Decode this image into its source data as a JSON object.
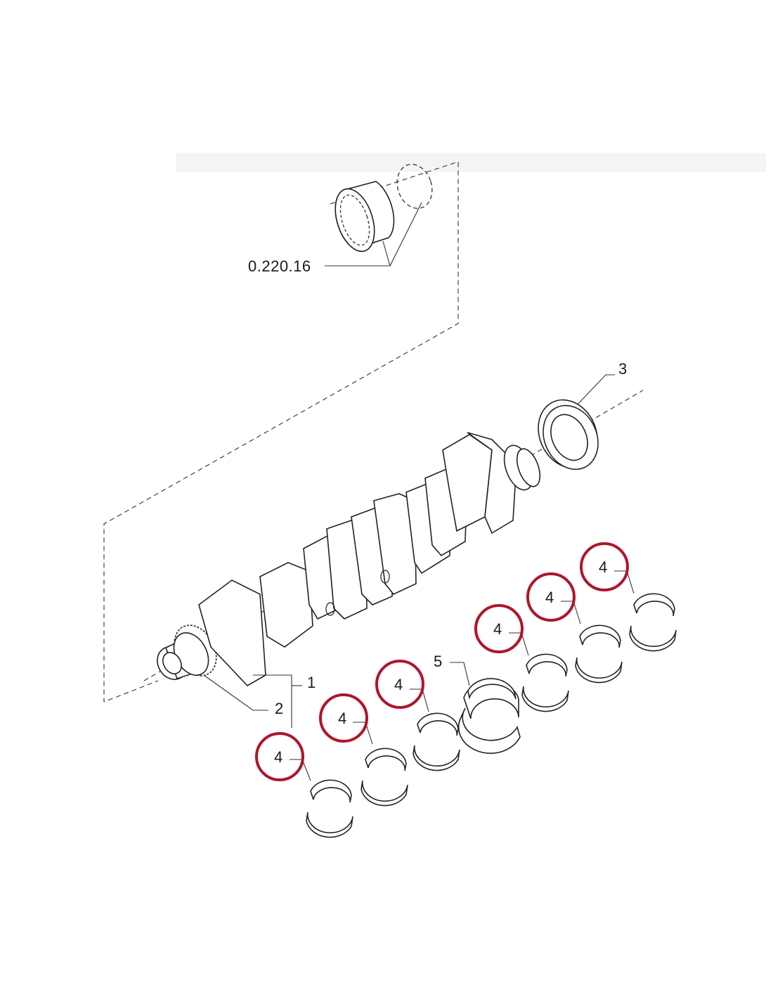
{
  "reference_label": "0.220.16",
  "callouts": {
    "crankshaft": "1",
    "gear": "2",
    "seal": "3",
    "bearing": "4",
    "thrust_bearing": "5"
  },
  "highlight_color": "#b0152a"
}
